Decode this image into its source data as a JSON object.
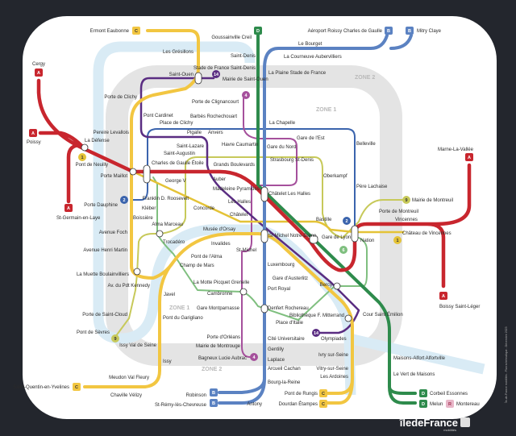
{
  "colors": {
    "background": "#23262d",
    "card": "#ffffff",
    "rer_a": "#c8262e",
    "rer_b": "#5b82c2",
    "rer_c": "#f2c641",
    "rer_d": "#2e8b4c",
    "m14": "#5a2d82",
    "m4": "#a5509c",
    "m1": "#e4c337",
    "m2": "#3b64ad",
    "m6": "#7fbf7f",
    "m9": "#c7c95a",
    "zone": "#e4e4e4",
    "seine": "#d9ebf5"
  },
  "zones": {
    "zone1": "ZONE 1",
    "zone2": "ZONE 2"
  },
  "badges": {
    "a": "A",
    "b": "B",
    "c": "C",
    "d": "D",
    "r": "R",
    "m1": "1",
    "m2": "2",
    "m4": "4",
    "m6": "6",
    "m9": "9",
    "m14": "14"
  },
  "stations": {
    "ermont": "Ermont Eaubonne",
    "gresillons": "Les Grésillons",
    "saint_ouen": "Saint-Ouen",
    "mairie_saint_ouen": "Mairie de Saint-Ouen",
    "goussainville": "Goussainville Creil",
    "saint_denis": "Saint-Denis",
    "sdf_saint_denis": "Stade de France Saint-Denis",
    "clignancourt": "Porte de Clignancourt",
    "porte_clichy": "Porte de Clichy",
    "pont_cardinet": "Pont Cardinet",
    "place_clichy": "Place de Clichy",
    "barbes": "Barbès Rochechouart",
    "pigalle": "Pigalle",
    "anvers": "Anvers",
    "pereire": "Pereire Levallois",
    "la_defense": "La Défense",
    "poissy": "Poissy",
    "cergy": "Cergy",
    "saint_lazare": "Saint-Lazare",
    "saint_augustin": "Saint-Augustin",
    "havre": "Havre Caumartin",
    "grands_boulevards": "Grands Boulevards",
    "etoile": "Charles de Gaulle Étoile",
    "pont_neuilly": "Pont de Neuilly",
    "porte_maillot": "Porte Maillot",
    "george_v": "George V",
    "auber": "Auber",
    "madeleine": "Madeleine Pyramides",
    "fdr": "Franklin D. Roosevelt",
    "concorde": "Concorde",
    "les_halles": "Les Halles",
    "chatelet": "Châtelet",
    "porte_dauphine": "Porte Dauphine",
    "kleber": "Kléber",
    "boissiere": "Boissière",
    "st_germain": "St-Germain-en-Laye",
    "alma_marceau": "Alma Marceau",
    "avenue_foch": "Avenue Foch",
    "trocadero": "Trocadéro",
    "orsay": "Musée d'Orsay",
    "invalides": "Invalides",
    "pont_alma": "Pont de l'Alma",
    "henri_martin": "Avenue Henri Martin",
    "champ_mars": "Champ de Mars",
    "st_michel": "St-Michel",
    "st_michel_nd": "St-Michel Notre-Dame",
    "la_muette": "La Muette Boulainvilliers",
    "kennedy": "Av. du Pdt Kennedy",
    "motte_picquet": "La Motte Picquet Grenelle",
    "cambronne": "Cambronne",
    "javel": "Javel",
    "montparnasse": "Gare Montparnasse",
    "porte_st_cloud": "Porte de Saint-Cloud",
    "garigliano": "Pont du Garigliano",
    "pont_sevres": "Pont de Sèvres",
    "porte_orleans": "Porte d'Orléans",
    "mairie_montrouge": "Mairie de Montrouge",
    "issy_val": "Issy Val de Seine",
    "bagneux": "Bagneux Lucie Aubrac",
    "issy": "Issy",
    "meudon": "Meudon Val Fleury",
    "sqy": "Saint-Quentin-en-Yvelines",
    "chaville": "Chaville Vélizy",
    "robinson": "Robinson",
    "st_remy": "St-Rémy-lès-Chevreuse",
    "antony": "Antony",
    "cdg": "Aéroport Roissy Charles de Gaulle",
    "mitry": "Mitry Claye",
    "bourget": "Le Bourget",
    "courneuve": "La Courneuve Aubervilliers",
    "plaine": "La Plaine Stade de France",
    "chapelle": "La Chapelle",
    "gare_est": "Gare de l'Est",
    "gare_nord": "Gare du Nord",
    "belleville": "Belleville",
    "strasbourg": "Strasbourg St-Denis",
    "oberkampf": "Oberkampf",
    "chatelet_halles": "Châtelet Les Halles",
    "pere_lachaise": "Père Lachaise",
    "marne": "Marne-La-Vallée",
    "mairie_montreuil": "Mairie de Montreuil",
    "porte_montreuil": "Porte de Montreuil",
    "vincennes": "Vincennes",
    "bastille": "Bastille",
    "gare_lyon": "Gare de Lyon",
    "nation": "Nation",
    "chateau_vincennes": "Château de Vincennes",
    "luxembourg": "Luxembourg",
    "austerlitz": "Gare d'Austerlitz",
    "port_royal": "Port Royal",
    "bercy": "Bercy",
    "boissy": "Boissy Saint-Léger",
    "denfert": "Denfert Rochereau",
    "cour_st_emilion": "Cour Saint Émilion",
    "place_italie": "Place d'Italie",
    "bibliotheque": "Bibliothèque F. Mitterrand",
    "olympiades": "Olympiades",
    "cite_u": "Cité Universitaire",
    "gentilly": "Gentilly",
    "ivry": "Ivry sur-Seine",
    "maisons_alfort": "Maisons-Alfort Alfortville",
    "laplace": "Laplace",
    "arcueil": "Arcueil Cachan",
    "vitry": "Vitry-sur-Seine",
    "ardoines": "Les Ardoines",
    "vert_maisons": "Le Vert de Maisons",
    "bourg_reine": "Bourg-la-Reine",
    "rungis": "Pont de Rungis",
    "dourdan": "Dourdan Étampes",
    "corbeil": "Corbeil Essonnes",
    "melun": "Melun",
    "montereau": "Montereau"
  },
  "footer": {
    "logo": "îledeFrance",
    "logo_sub": "mobilités",
    "credit": "Île-de-France mobilités - Plan schématique - Décembre 2023"
  }
}
